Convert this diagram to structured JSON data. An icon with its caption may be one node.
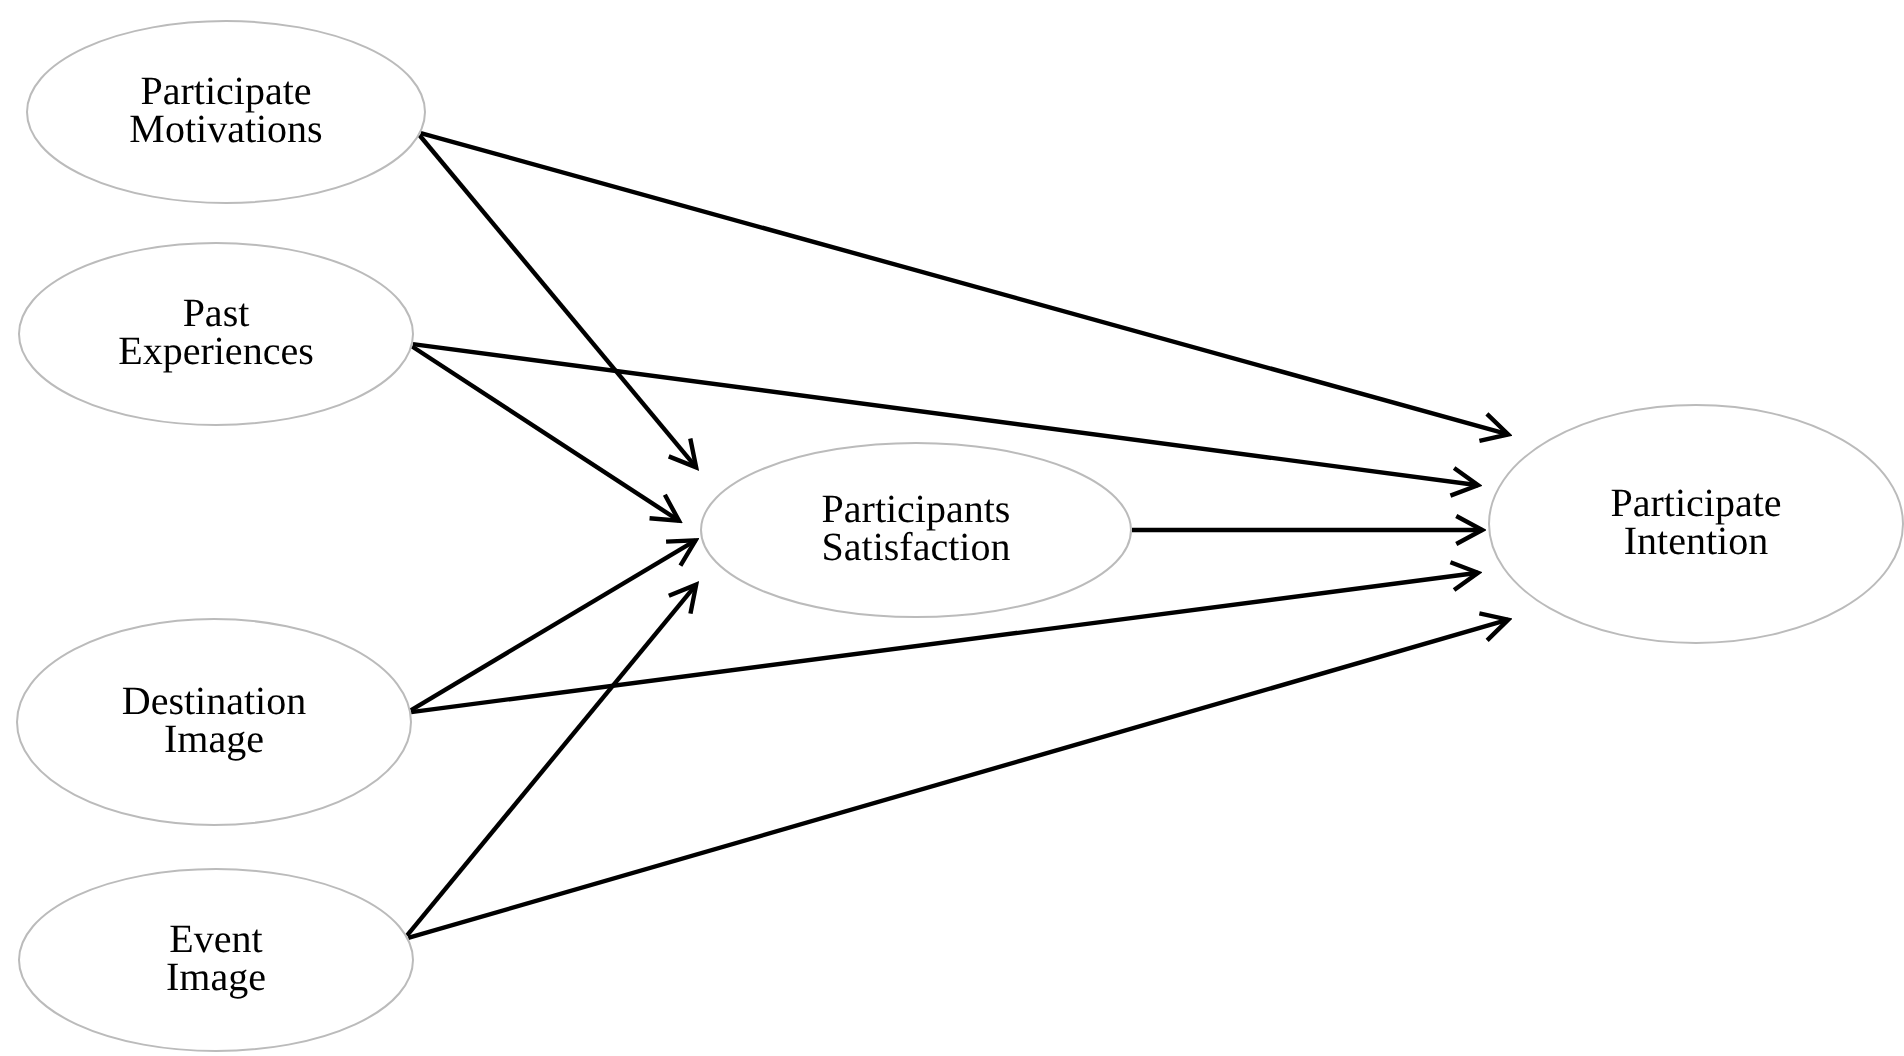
{
  "diagram": {
    "nodes": [
      {
        "text": [
          "Participate Motivations"
        ]
      },
      {
        "text": [
          "Past Experiences"
        ]
      },
      {
        "text": [
          "Participants Satisfaction"
        ]
      },
      {
        "text": [
          "Destination Image"
        ]
      },
      {
        "text": [
          "Event Image"
        ]
      },
      {
        "text": [
          "Participate Intention"
        ]
      }
    ],
    "edges": [
      {
        "from": 0,
        "to": 2,
        "arrow": "to"
      },
      {
        "from": 0,
        "to": 5,
        "arrow": "to"
      },
      {
        "from": 1,
        "to": 2,
        "arrow": "to"
      },
      {
        "from": 1,
        "to": 5,
        "arrow": "to"
      },
      {
        "from": 2,
        "to": 5,
        "arrow": "to"
      },
      {
        "from": 3,
        "to": 2,
        "arrow": "to"
      },
      {
        "from": 3,
        "to": 5,
        "arrow": "to"
      },
      {
        "from": 4,
        "to": 2,
        "arrow": "to"
      },
      {
        "from": 4,
        "to": 5,
        "arrow": "to"
      }
    ]
  }
}
